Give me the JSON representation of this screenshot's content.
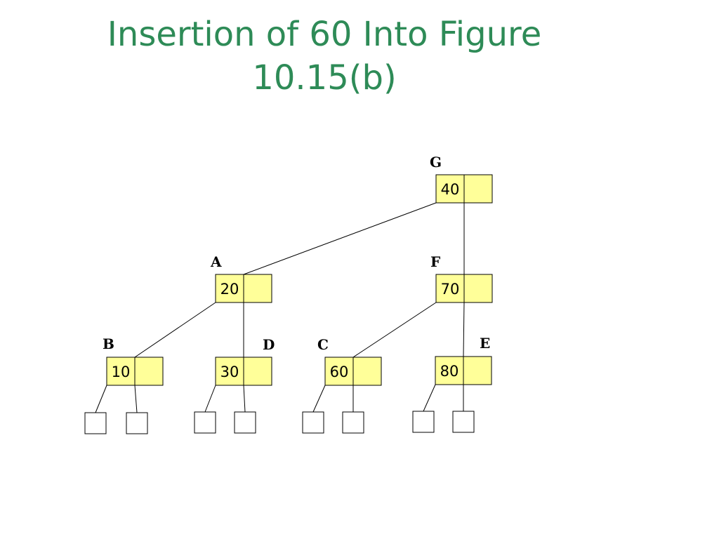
{
  "title": {
    "line1": "Insertion of 60 Into Figure",
    "line2": "10.15(b)"
  },
  "tree": {
    "nodes": [
      {
        "id": "G",
        "label": "G",
        "key": "40"
      },
      {
        "id": "A",
        "label": "A",
        "key": "20"
      },
      {
        "id": "F",
        "label": "F",
        "key": "70"
      },
      {
        "id": "B",
        "label": "B",
        "key": "10"
      },
      {
        "id": "D",
        "label": "D",
        "key": "30"
      },
      {
        "id": "C",
        "label": "C",
        "key": "60"
      },
      {
        "id": "E",
        "label": "E",
        "key": "80"
      }
    ],
    "edges": [
      {
        "from": "G",
        "to": "A"
      },
      {
        "from": "G",
        "to": "F"
      },
      {
        "from": "A",
        "to": "B"
      },
      {
        "from": "A",
        "to": "D"
      },
      {
        "from": "F",
        "to": "C"
      },
      {
        "from": "F",
        "to": "E"
      }
    ],
    "external_nodes_per_leaf": 2
  }
}
